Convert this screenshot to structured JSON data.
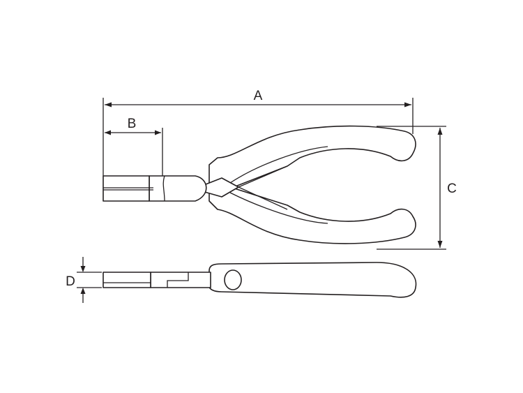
{
  "dimension_labels": {
    "a": "A",
    "b": "B",
    "c": "C",
    "d": "D"
  },
  "colors": {
    "line": "#231f20",
    "background": "#ffffff"
  }
}
